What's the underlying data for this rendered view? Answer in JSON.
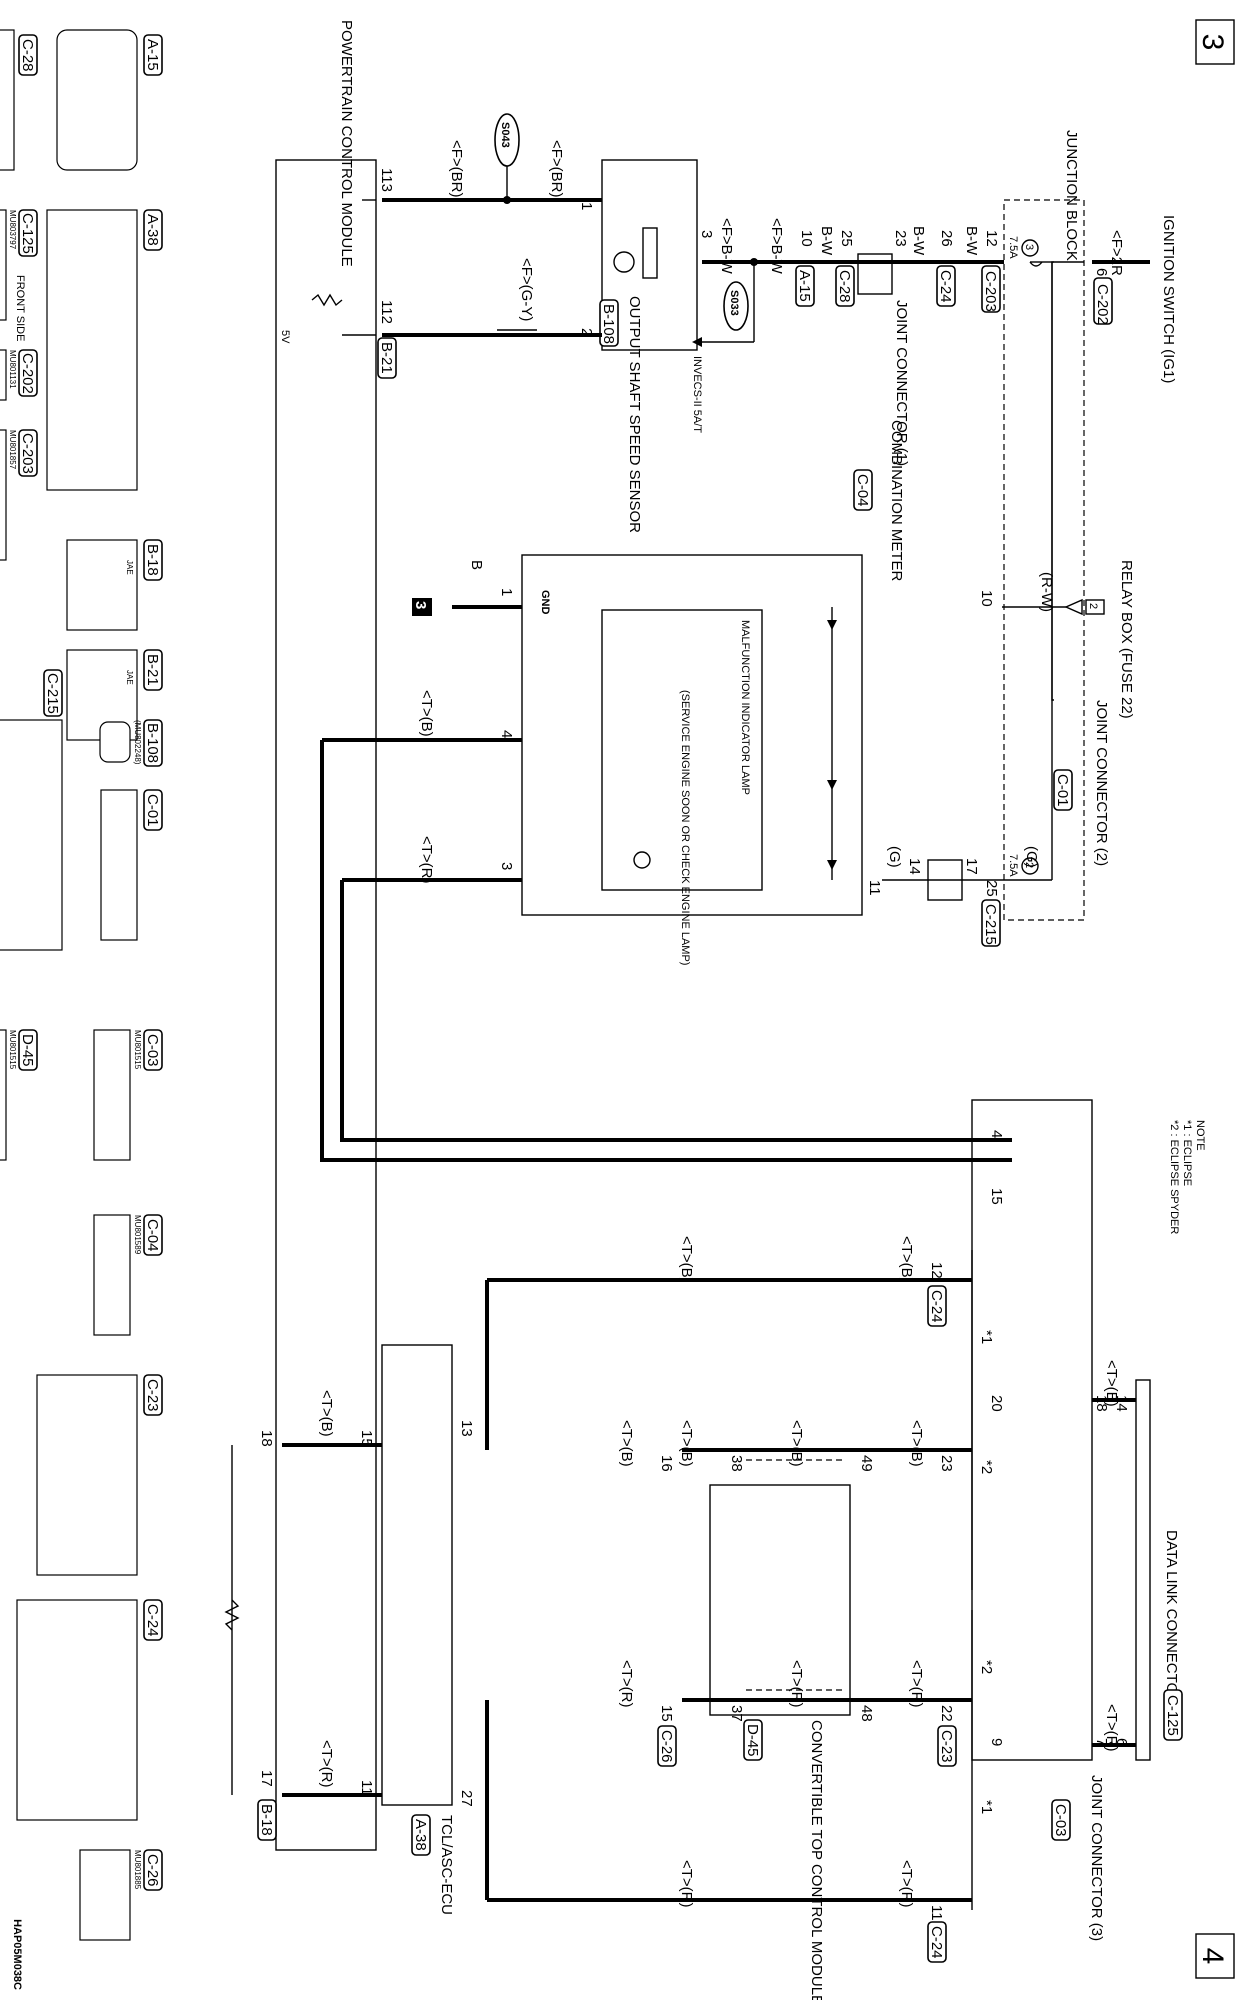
{
  "page": {
    "left_number": "3",
    "right_number": "4",
    "code": "HAP05M038C",
    "badge": "3"
  },
  "top": {
    "ignition": "IGNITION SWITCH (IG1)",
    "ign_wire": "<F>2R",
    "ign_pin": "6",
    "ign_conn": "C-202",
    "junction": "JUNCTION BLOCK",
    "fuse3_num": "3",
    "fuse3_amp": "7.5A",
    "fuse2_num": "2",
    "fuse2_amp": "7.5A",
    "pin12": "12",
    "conn_c203": "C-203",
    "pin25": "25",
    "conn_c215": "C-215"
  },
  "row1": {
    "wire_bw_1": "B-W",
    "pin26": "26",
    "conn_c24": "C-24",
    "wire_bw_2": "B-W",
    "pin23": "23",
    "joint1": "JOINT CONNECTOR (1)",
    "conn_c28": "C-28",
    "pin25b": "25",
    "wire_bw_3": "B-W",
    "pin10": "10",
    "conn_a15": "A-15",
    "wire_fbw_1": "<F>B-W",
    "splice_s033": "S033",
    "wire_fbw_2": "<F>B-W",
    "pin3": "3",
    "invecs": "INVECS-II 5A/T",
    "combination": "COMBINATION METER",
    "conn_c04": "C-04",
    "oss": "OUTPUT SHAFT SPEED SENSOR",
    "conn_b108": "B-108",
    "pin1": "1",
    "pin2": "2",
    "wire_fbr_1": "<F>(BR)",
    "wire_fgy": "<F>(G-Y)",
    "splice_s043": "S043",
    "wire_fbr_2": "<F>(BR)",
    "pin113": "113",
    "pin112": "112",
    "conn_b21": "B-21",
    "v5": "5V",
    "pcm": "POWERTRAIN CONTROL MODULE"
  },
  "relay": {
    "relay_box": "RELAY BOX (FUSE 22)",
    "relay_num": "2",
    "wire_rw": "(R-W)",
    "pin10": "10",
    "joint2": "JOINT CONNECTOR (2)",
    "conn_c01": "C-01",
    "wire_g1": "(G)",
    "pin17": "17",
    "pin14": "14",
    "wire_g2": "(G)",
    "pin11": "11",
    "mil": "MALFUNCTION INDICATOR LAMP",
    "service": "(SERVICE ENGINE SOON OR CHECK ENGINE LAMP)",
    "gnd": "GND",
    "pinA": "1",
    "wire_b": "B",
    "pin4": "4",
    "wire_tb": "<T>(B)",
    "pin3b": "3",
    "wire_tr": "<T>(R)"
  },
  "right": {
    "note": "NOTE",
    "note1": "*1 : ECLIPSE",
    "note2": "*2 : ECLIPSE SPYDER",
    "dlc": "DATA LINK CONNECTOR",
    "conn_c125": "C-125",
    "pin14": "14",
    "pin6": "6",
    "joint3": "JOINT CONNECTOR (3)",
    "conn_c03": "C-03",
    "pin4j": "4",
    "pin15j": "15",
    "pin18": "18",
    "pin20": "20",
    "pin7": "7",
    "pin9": "9",
    "star1a": "*1",
    "star2a": "*2",
    "star2b": "*2",
    "star1b": "*1",
    "w_tb_top": "<T>(B)",
    "w_tr_top": "<T>(R)",
    "pin12": "12",
    "conn_c24a": "C-24",
    "w_tb_1": "<T>(B)",
    "w_tb_2": "<T>(B)",
    "pin23": "23",
    "pin49": "49",
    "pin38": "38",
    "pin16": "16",
    "w_tb_3": "<T>(B)",
    "w_tb_4": "<T>(B)",
    "w_tb_5": "<T>(B)",
    "w_tb_6": "<T>(B)",
    "ctcm": "CONVERTIBLE TOP CONTROL MODULE",
    "conn_d45": "D-45",
    "pin22": "22",
    "conn_c23": "C-23",
    "pin48": "48",
    "pin37": "37",
    "pin15": "15",
    "conn_c26": "C-26",
    "w_tr_1": "<T>(R)",
    "w_tr_2": "<T>(R)",
    "w_tr_3": "<T>(R)",
    "w_tr_4": "<T>(R)",
    "w_tr_5": "<T>(R)",
    "pin11": "11",
    "conn_c24b": "C-24",
    "pin13": "13",
    "pin27": "27",
    "tcl": "TCL/ASC-ECU",
    "conn_a38": "A-38",
    "pin15b": "15",
    "pin11b": "11",
    "w_tb_7": "<T>(B)",
    "w_tr_6": "<T>(R)",
    "pin18b": "18",
    "pin17": "17",
    "conn_b18": "B-18"
  },
  "legend": {
    "a15": "A-15",
    "a38": "A-38",
    "c28": "C-28",
    "c125": "C-125",
    "c125_part": "MU803797",
    "front_side": "FRONT SIDE",
    "c202": "C-202",
    "c202_part": "MU801131",
    "c203": "C-203",
    "c203_part": "MU801857",
    "b18": "B-18",
    "b21": "B-21",
    "c215": "C-215",
    "b108": "B-108",
    "b108_part": "(MU802248)",
    "c01": "C-01",
    "c03": "C-03",
    "c03_part": "MU801515",
    "d45": "D-45",
    "d45_part": "MU801515",
    "c04": "C-04",
    "c04_part": "MU801589",
    "c23": "C-23",
    "c24": "C-24",
    "c26": "C-26",
    "c26_part": "MU801885",
    "jae": "JAE"
  }
}
